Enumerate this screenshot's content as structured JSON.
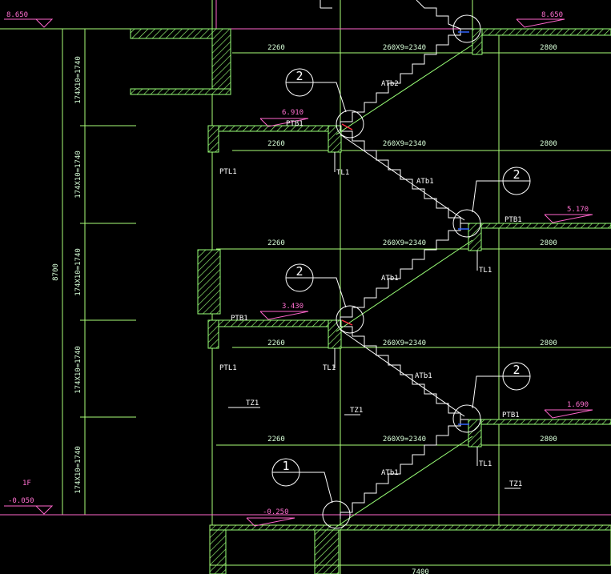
{
  "colors": {
    "background": "#000000",
    "gridline": "#aaff77",
    "level_line": "#ff66cc",
    "concrete": "#99ff77",
    "stair_line": "#ffffff",
    "label_pink": "#ff6fd0",
    "label_white": "#ffffff",
    "rebar_red": "#ff3344",
    "rebar_blue": "#3366ff"
  },
  "elevations": {
    "top_left": "8.650",
    "top_right": "8.650",
    "landing_6910": "6.910",
    "landing_5170": "5.170",
    "landing_3430": "3.430",
    "landing_1690": "1.690",
    "ground_neg_050": "-0.050",
    "ground_neg_250": "-0.250",
    "floor_label": "1F"
  },
  "dimensions": {
    "height_total": "8700",
    "riser_1": "174X10=1740",
    "riser_2": "174X10=1740",
    "riser_3": "174X10=1740",
    "riser_4": "174X10=1740",
    "riser_5": "174X10=1740",
    "landing_width": "2260",
    "flight_length": "260X9=2340",
    "right_width": "2800",
    "bottom_partial": "7400"
  },
  "components": {
    "flight_atb2": "ATb2",
    "flight_atb1": "ATb1",
    "platform_slab": "PTB1",
    "platform_beam": "PTL1",
    "stair_beam": "TL1",
    "stair_column": "TZ1"
  },
  "detail_marks": {
    "mark_1": "1",
    "mark_2": "2"
  }
}
